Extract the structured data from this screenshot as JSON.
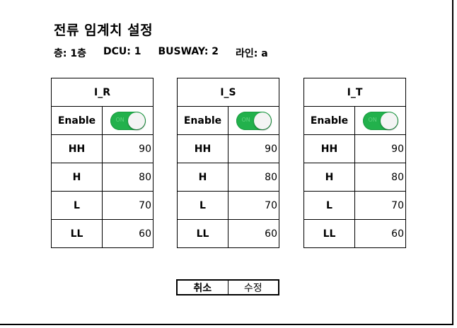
{
  "title": "전류 임계치 설정",
  "info": {
    "floor": "층: 1층",
    "dcu": "DCU: 1",
    "busway": "BUSWAY: 2",
    "line": "라인: a"
  },
  "enable_label": "Enable",
  "toggle_text": "ON",
  "toggle_color": "#22b14c",
  "row_labels": [
    "HH",
    "H",
    "L",
    "LL"
  ],
  "panels": [
    {
      "name": "I_R",
      "enabled": true,
      "values": [
        "90",
        "80",
        "70",
        "60"
      ]
    },
    {
      "name": "I_S",
      "enabled": true,
      "values": [
        "90",
        "80",
        "70",
        "60"
      ]
    },
    {
      "name": "I_T",
      "enabled": true,
      "values": [
        "90",
        "80",
        "70",
        "60"
      ]
    }
  ],
  "buttons": {
    "cancel": "취소",
    "modify": "수정"
  }
}
